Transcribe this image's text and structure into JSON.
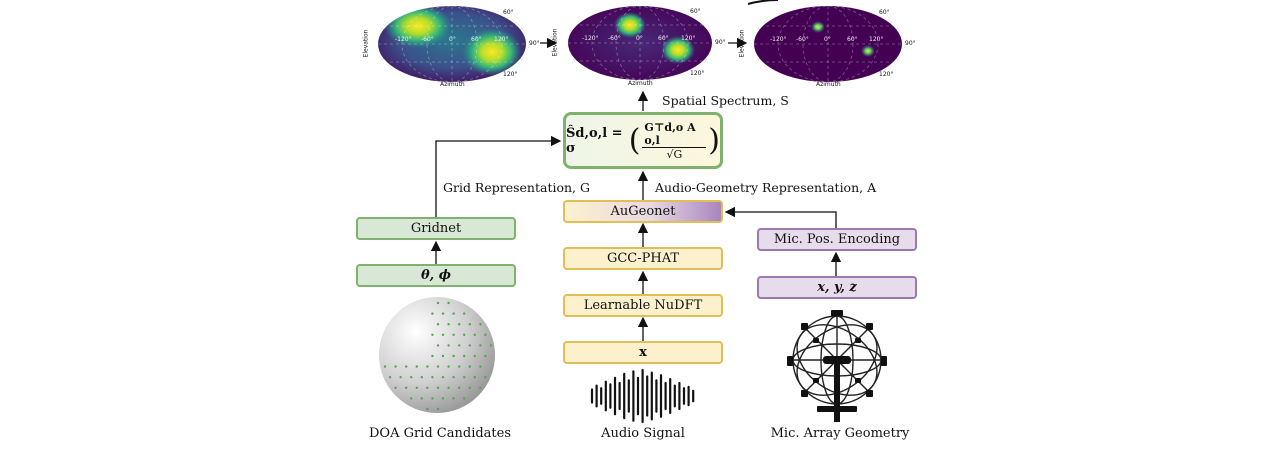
{
  "spectra": {
    "axis_x": "Azimuth",
    "axis_y": "Elevation",
    "ticks": {
      "az_m120": "-120°",
      "az_m60": "-60°",
      "az_0": "0°",
      "az_60": "60°",
      "az_120": "120°",
      "el_60": "60°",
      "el_90": "90°",
      "el_120": "120°"
    }
  },
  "labels": {
    "spatial_spectrum": "Spatial Spectrum, S",
    "grid_representation": "Grid Representation, G",
    "audio_geometry_representation": "Audio-Geometry Representation, A"
  },
  "equation": {
    "lhs": "Ŝd,o,l = σ",
    "numerator": "G⊤d,o A o,l",
    "denominator": "√G"
  },
  "blocks": {
    "gridnet": "Gridnet",
    "theta_phi": "θ, ϕ",
    "augeonet": "AuGeonet",
    "gcc_phat": "GCC-PHAT",
    "nudft": "Learnable NuDFT",
    "x_input": "x",
    "mic_pos_encoding": "Mic. Pos. Encoding",
    "xyz": "x, y, z"
  },
  "captions": {
    "doa": "DOA Grid Candidates",
    "audio": "Audio Signal",
    "mic_array": "Mic. Array Geometry"
  },
  "colors": {
    "green_fill": "#d9e8d6",
    "green_border": "#7fb26d",
    "yellow_fill": "#fdf1cd",
    "yellow_border": "#e0bf57",
    "purple_fill": "#e7dcec",
    "purple_border": "#9b79ad",
    "viridis_dark": "#440154",
    "viridis_yellow": "#fde725"
  }
}
